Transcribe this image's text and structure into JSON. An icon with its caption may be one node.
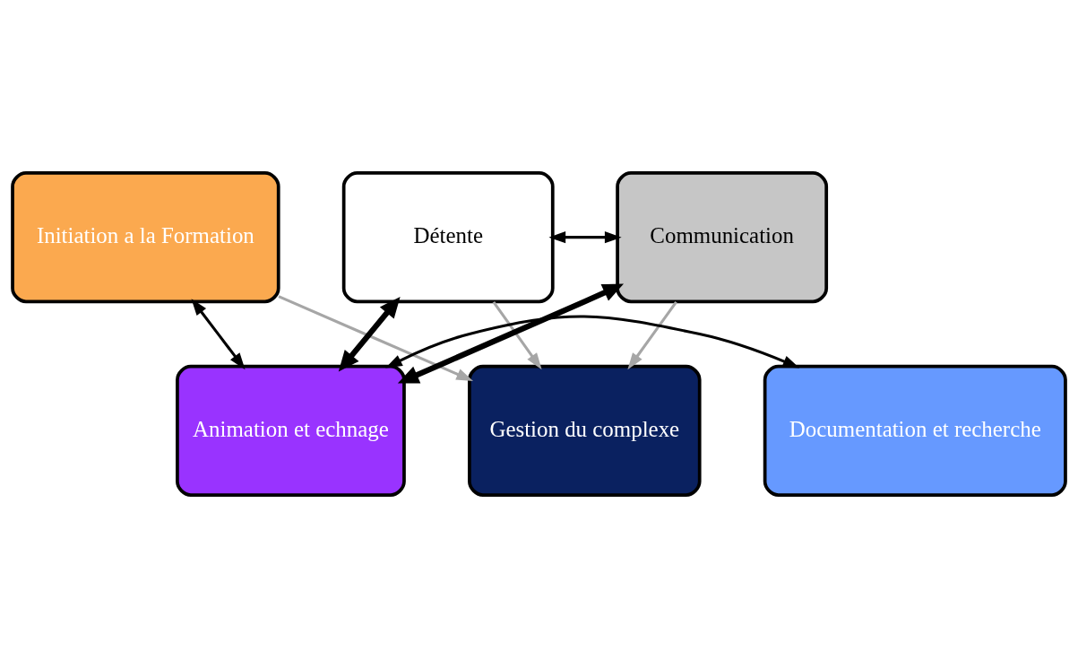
{
  "diagram": {
    "nodes": [
      {
        "text": [
          "Gestion du complexe"
        ]
      },
      {
        "text": [
          "Initiation a la Formation"
        ]
      },
      {
        "text": [
          "Détente"
        ]
      },
      {
        "text": [
          "Communication"
        ]
      },
      {
        "text": [
          "Documentation et recherche"
        ]
      },
      {
        "text": [
          "Animation et echnage"
        ]
      }
    ],
    "edges": [
      {
        "from": 1,
        "to": 0,
        "arrow": "to",
        "color": "#a6a6a6"
      },
      {
        "from": 2,
        "to": 0,
        "arrow": "to",
        "color": "#a6a6a6"
      },
      {
        "from": 3,
        "to": 0,
        "arrow": "to",
        "color": "#a6a6a6"
      },
      {
        "from": 2,
        "to": 3,
        "arrow": "both"
      },
      {
        "from": 2,
        "to": 5,
        "arrow": "both",
        "style": "thick"
      },
      {
        "from": 5,
        "to": 1,
        "arrow": "both"
      },
      {
        "from": 5,
        "to": 4,
        "arrow": "both"
      },
      {
        "from": 5,
        "to": 3,
        "arrow": "both",
        "style": "thick"
      }
    ]
  }
}
